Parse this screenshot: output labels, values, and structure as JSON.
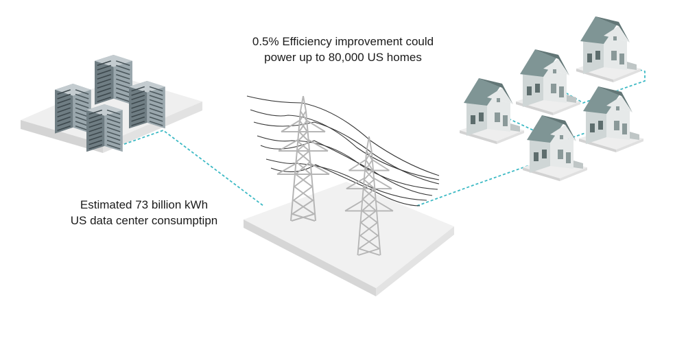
{
  "captions": {
    "efficiency": {
      "line1": "0.5% Efficiency improvement could",
      "line2": "power up to 80,000 US homes"
    },
    "consumption": {
      "line1": "Estimated 73 billion kWh",
      "line2": "US data center consumptipn"
    }
  },
  "colors": {
    "connection_line": "#3bb9c4",
    "platform_top": "#efefef",
    "platform_side": "#d6d6d6",
    "house_roof": "#7f9595",
    "house_wall": "#e6e9e9",
    "server_body": "#9aa7ad",
    "tower": "#b5b5b5",
    "wire": "#333333"
  },
  "icons": [
    "server-rack-icon",
    "power-tower-icon",
    "house-icon"
  ]
}
